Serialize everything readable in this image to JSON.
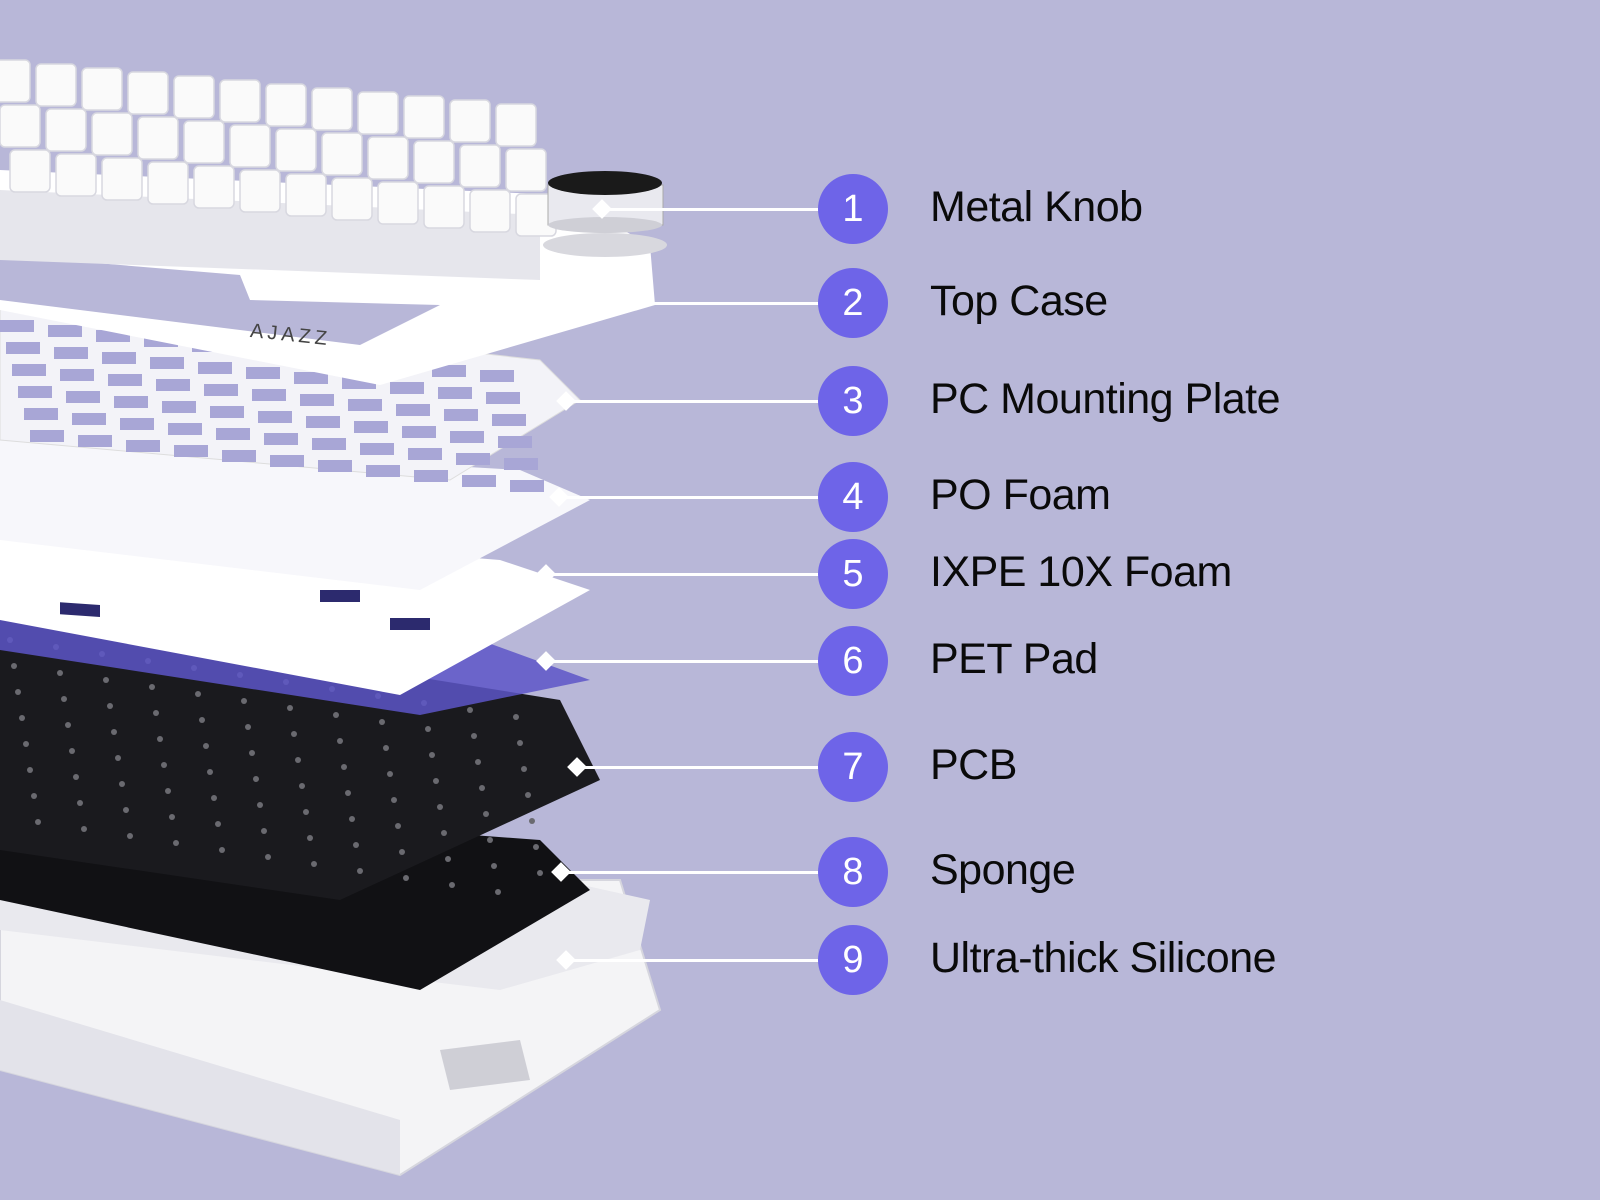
{
  "brand_logo": "AJAZZ",
  "colors": {
    "background": "#b8b7d8",
    "badge": "#6e64e8",
    "leader": "#ffffff"
  },
  "components": [
    {
      "number": "1",
      "label": "Metal Knob"
    },
    {
      "number": "2",
      "label": "Top Case"
    },
    {
      "number": "3",
      "label": "PC Mounting Plate"
    },
    {
      "number": "4",
      "label": "PO Foam"
    },
    {
      "number": "5",
      "label": "IXPE 10X Foam"
    },
    {
      "number": "6",
      "label": "PET Pad"
    },
    {
      "number": "7",
      "label": "PCB"
    },
    {
      "number": "8",
      "label": "Sponge"
    },
    {
      "number": "9",
      "label": "Ultra-thick Silicone"
    }
  ]
}
